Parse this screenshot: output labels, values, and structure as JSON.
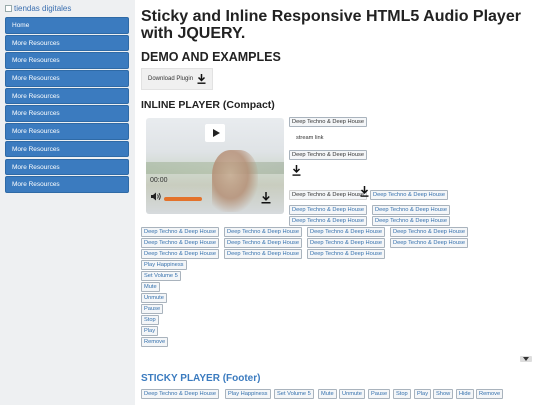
{
  "logo": {
    "alt": "tiendas digitales"
  },
  "sidebar": {
    "items": [
      {
        "label": "Home"
      },
      {
        "label": "More Resources"
      },
      {
        "label": "More Resources"
      },
      {
        "label": "More Resources"
      },
      {
        "label": "More Resources"
      },
      {
        "label": "More Resources"
      },
      {
        "label": "More Resources"
      },
      {
        "label": "More Resources"
      },
      {
        "label": "More Resources"
      },
      {
        "label": "More Resources"
      }
    ]
  },
  "main": {
    "title": "Sticky and Inline Responsive HTML5 Audio Player with JQUERY.",
    "demo_heading": "DEMO AND EXAMPLES",
    "download_label": "Download Plugin",
    "inline_heading": "INLINE PLAYER (Compact)",
    "sticky_heading": "STICKY PLAYER (Footer)"
  },
  "player": {
    "time": "00:00",
    "volume_fraction": 0.7
  },
  "inline_buttons": {
    "track": "Deep Techno & Deep House",
    "stream_link": "stream link",
    "play_happiness": "Play Happiness",
    "set_volume": "Set Volume 5",
    "mute": "Mute",
    "unmute": "Unmute",
    "pause": "Pause",
    "stop": "Stop",
    "play": "Play",
    "remove": "Remove"
  },
  "sticky_buttons": [
    {
      "label": "Deep Techno & Deep House"
    },
    {
      "label": "Play Happiness"
    },
    {
      "label": "Set Volume 5"
    },
    {
      "label": "Mute"
    },
    {
      "label": "Unmute"
    },
    {
      "label": "Pause"
    },
    {
      "label": "Stop"
    },
    {
      "label": "Play"
    },
    {
      "label": "Show"
    },
    {
      "label": "Hide"
    },
    {
      "label": "Remove"
    }
  ]
}
